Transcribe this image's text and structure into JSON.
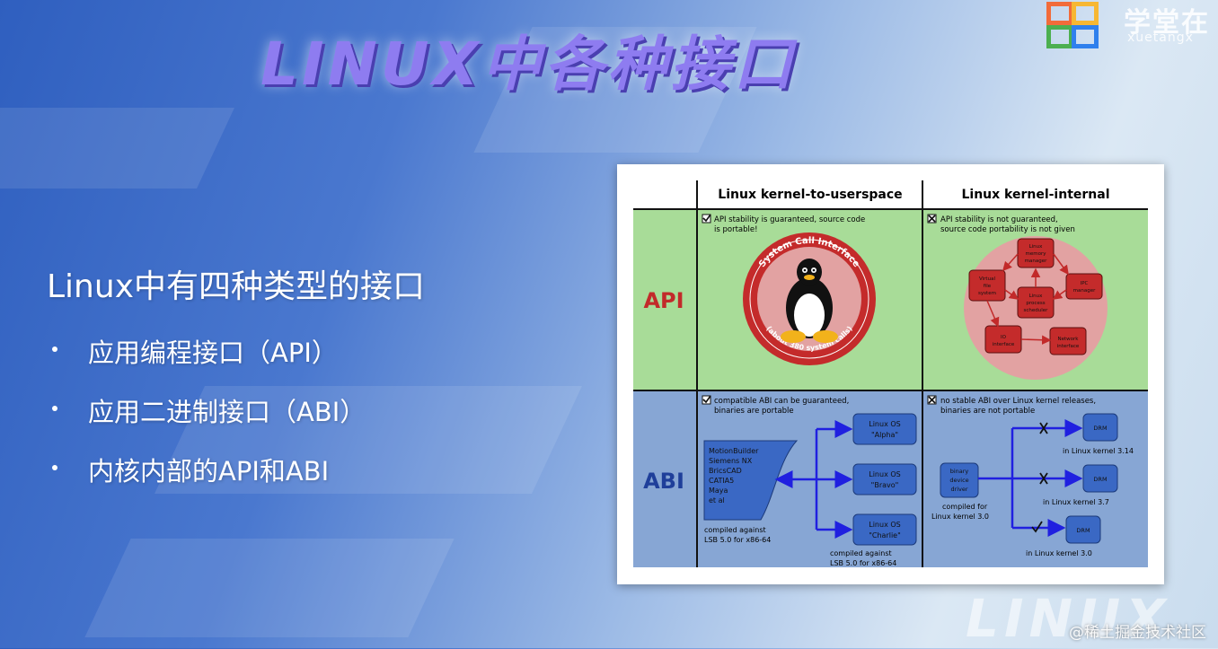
{
  "slide": {
    "title": "LINUX中各种接口",
    "heading": "Linux中有四种类型的接口",
    "bullets": [
      "应用编程接口（API）",
      "应用二进制接口（ABI）",
      "内核内部的API和ABI"
    ]
  },
  "logo": {
    "name": "学堂在",
    "sub": "xuetangx"
  },
  "bottom_logo_text": "LINUX",
  "watermark": "@稀土掘金技术社区",
  "figure": {
    "col_headers": [
      "Linux kernel-to-userspace",
      "Linux kernel-internal"
    ],
    "row_labels": [
      "API",
      "ABI"
    ],
    "api_user": {
      "note1": "API stability is guaranteed, source code",
      "note2": "is portable!",
      "ring_top": "System Call Interface",
      "ring_bottom": "(about 380 system calls)"
    },
    "api_kernel": {
      "note1": "API stability is not guaranteed,",
      "note2": "source code portability is not given",
      "nodes": [
        [
          "Linux",
          "memory",
          "manager"
        ],
        [
          "Virtual",
          "file",
          "system"
        ],
        [
          "Linux",
          "process",
          "scheduler"
        ],
        [
          "IPC",
          "manager"
        ],
        [
          "IO",
          "interface"
        ],
        [
          "Network",
          "interface"
        ]
      ]
    },
    "abi_user": {
      "note1": "compatible ABI can be guaranteed,",
      "note2": "binaries are portable",
      "apps": [
        "MotionBuilder",
        "Siemens NX",
        "BricsCAD",
        "CATIA5",
        "Maya",
        "et al"
      ],
      "os": [
        [
          "Linux OS",
          "\"Alpha\""
        ],
        [
          "Linux OS",
          "\"Bravo\""
        ],
        [
          "Linux OS",
          "\"Charlie\""
        ]
      ],
      "left_caption": [
        "compiled against",
        "LSB 5.0 for x86-64"
      ],
      "right_caption": [
        "compiled against",
        "LSB 5.0 for x86-64"
      ]
    },
    "abi_kernel": {
      "note1": "no stable ABI over Linux kernel releases,",
      "note2": "binaries are not portable",
      "driver": [
        "binary",
        "device",
        "driver"
      ],
      "driver_caption": [
        "compiled for",
        "Linux kernel 3.0"
      ],
      "drm": [
        {
          "label": "DRM",
          "caption": "in Linux kernel 3.14"
        },
        {
          "label": "DRM",
          "caption": "in Linux kernel 3.7"
        },
        {
          "label": "DRM",
          "caption": "in Linux kernel 3.0"
        }
      ]
    }
  },
  "colors": {
    "api_bg": "#a8dc98",
    "abi_bg": "#87a6d4",
    "red": "#c22a2a",
    "blue_box": "#3a68c4",
    "arrow": "#2020e0"
  }
}
